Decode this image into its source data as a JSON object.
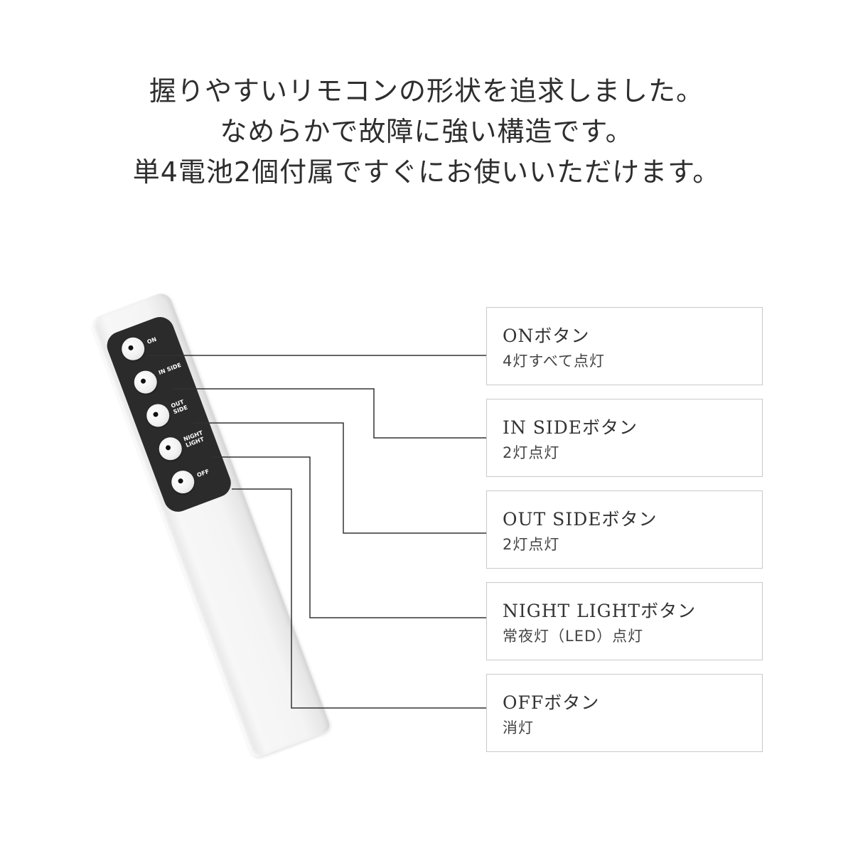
{
  "headline": {
    "line1": "握りやすいリモコンの形状を追求しました。",
    "line2": "なめらかで故障に強い構造です。",
    "line3": "単4電池2個付属ですぐにお使いいただけます。"
  },
  "remote": {
    "buttons": [
      {
        "label": "ON"
      },
      {
        "label": "IN SIDE"
      },
      {
        "label": "OUT SIDE"
      },
      {
        "label": "NIGHT LIGHT"
      },
      {
        "label": "OFF"
      }
    ]
  },
  "callouts": [
    {
      "title": "ONボタン",
      "desc": "4灯すべて点灯"
    },
    {
      "title": "IN SIDEボタン",
      "desc": "2灯点灯"
    },
    {
      "title": "OUT SIDEボタン",
      "desc": "2灯点灯"
    },
    {
      "title": "NIGHT LIGHTボタン",
      "desc": "常夜灯（LED）点灯"
    },
    {
      "title": "OFFボタン",
      "desc": "消灯"
    }
  ],
  "colors": {
    "line": "#333333",
    "border": "#c9c9c9",
    "panel": "#2b2b2b"
  }
}
